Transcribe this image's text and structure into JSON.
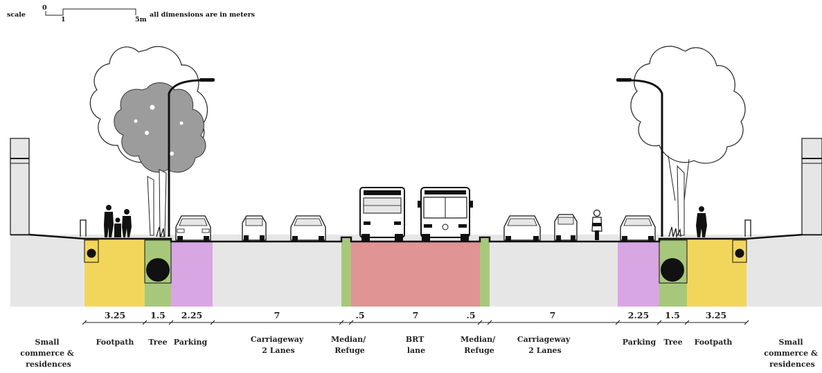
{
  "header": {
    "scale_label": "scale",
    "scale_zero": "0",
    "scale_one": "1",
    "scale_five": "5m",
    "note": "all dimensions are in meters"
  },
  "colors": {
    "footpath": "#f2d65c",
    "tree_strip": "#a7c87a",
    "parking": "#d8a6e2",
    "carriageway": "#e6e6e6",
    "median": "#a7c87a",
    "brt": "#e09494",
    "ground": "#e6e6e6"
  },
  "zones": [
    {
      "id": "left-edge",
      "dimension": "",
      "label": [
        "Small",
        "commerce &",
        "residences"
      ]
    },
    {
      "id": "left-footpath",
      "dimension": "3.25",
      "label": [
        "Footpath"
      ]
    },
    {
      "id": "left-tree",
      "dimension": "1.5",
      "label": [
        "Tree"
      ]
    },
    {
      "id": "left-parking",
      "dimension": "2.25",
      "label": [
        "Parking"
      ]
    },
    {
      "id": "left-carriageway",
      "dimension": "7",
      "label": [
        "Carriageway",
        "2 Lanes"
      ]
    },
    {
      "id": "left-median",
      "dimension": ".5",
      "label": [
        "Median/",
        "Refuge"
      ]
    },
    {
      "id": "brt",
      "dimension": "7",
      "label": [
        "BRT",
        "lane"
      ]
    },
    {
      "id": "right-median",
      "dimension": ".5",
      "label": [
        "Median/",
        "Refuge"
      ]
    },
    {
      "id": "right-carriageway",
      "dimension": "7",
      "label": [
        "Carriageway",
        "2 Lanes"
      ]
    },
    {
      "id": "right-parking",
      "dimension": "2.25",
      "label": [
        "Parking"
      ]
    },
    {
      "id": "right-tree",
      "dimension": "1.5",
      "label": [
        "Tree"
      ]
    },
    {
      "id": "right-footpath",
      "dimension": "3.25",
      "label": [
        "Footpath"
      ]
    },
    {
      "id": "right-edge",
      "dimension": "",
      "label": [
        "Small",
        "commerce &",
        "residences"
      ]
    }
  ]
}
